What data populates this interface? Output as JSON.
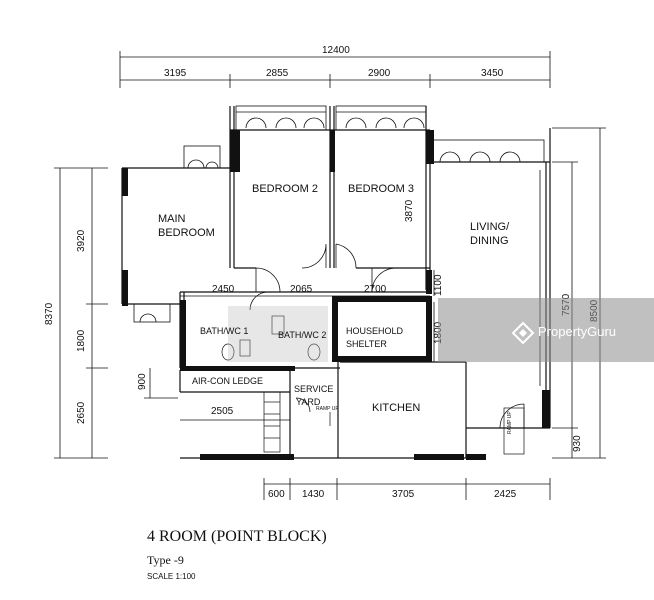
{
  "dimensions": {
    "overall_width": "12400",
    "top_segments": [
      "3195",
      "2855",
      "2900",
      "3450"
    ],
    "bottom_segments": [
      "600",
      "1430",
      "3705",
      "2425"
    ],
    "interior_segments": [
      "2450",
      "2065",
      "2700"
    ],
    "left_segments": [
      "3920",
      "1800",
      "2650"
    ],
    "left_overall": "8370",
    "right_overall": "8500",
    "right_inner": "7570",
    "right_bottom": "930",
    "bedroom3_depth": "3870",
    "shelter_depth_1100": "1100",
    "shelter_depth_1800": "1800",
    "aircon_depth": "900",
    "aircon_width": "2505"
  },
  "rooms": {
    "main_bedroom_line1": "MAIN",
    "main_bedroom_line2": "BEDROOM",
    "bedroom2": "BEDROOM 2",
    "bedroom3": "BEDROOM 3",
    "living_line1": "LIVING/",
    "living_line2": "DINING",
    "bath1": "BATH/WC 1",
    "bath2": "BATH/WC 2",
    "shelter_line1": "HOUSEHOLD",
    "shelter_line2": "SHELTER",
    "aircon": "AIR-CON LEDGE",
    "service_line1": "SERVICE",
    "service_line2": "YARD",
    "kitchen": "KITCHEN",
    "ramp": "RAMP UP",
    "ramp_up": "RAMP UP"
  },
  "caption": {
    "title": "4 ROOM (POINT BLOCK)",
    "type": "Type -9",
    "scale": "SCALE 1:100"
  },
  "watermark": {
    "text": "PropertyGuru"
  }
}
